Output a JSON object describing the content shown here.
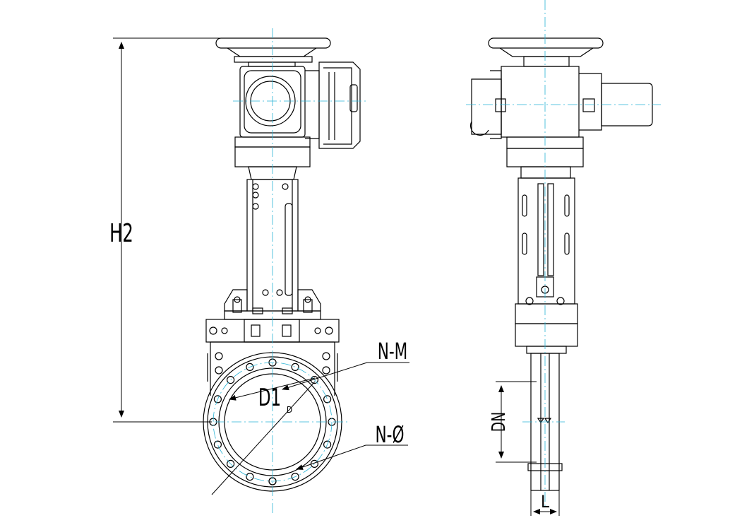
{
  "colors": {
    "line": "#000000",
    "centerline": "#2ab4d6",
    "background": "#ffffff"
  },
  "labels": {
    "height": "H2",
    "bolt_thread": "N-M",
    "bolt_circle": "D1",
    "bore": "D",
    "bolt_holes": "N-Ø",
    "nominal": "DN",
    "face_length": "L"
  }
}
